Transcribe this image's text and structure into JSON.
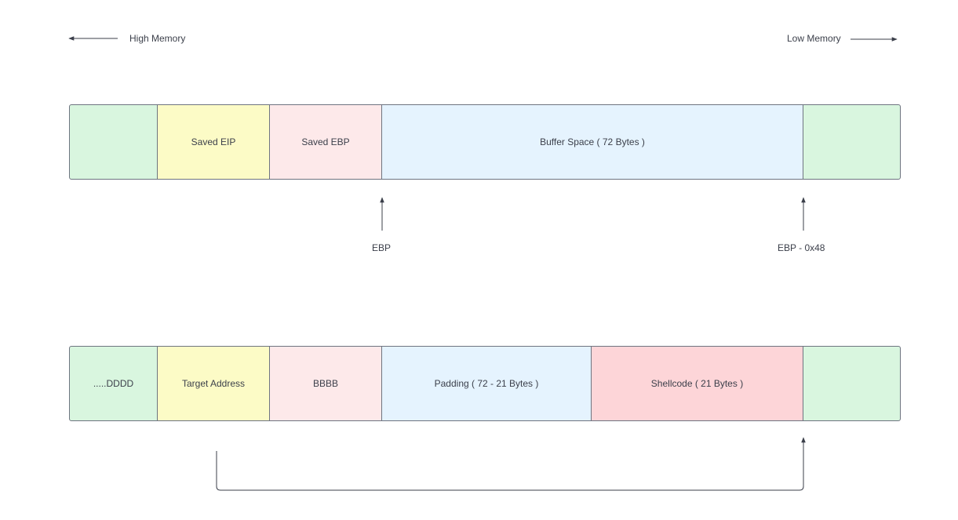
{
  "header": {
    "high_memory": "High Memory",
    "low_memory": "Low Memory"
  },
  "stack_before": {
    "cells": [
      {
        "label": "",
        "color": "#d9f6df"
      },
      {
        "label": "Saved EIP",
        "color": "#fcfbc6"
      },
      {
        "label": "Saved EBP",
        "color": "#fde9ea"
      },
      {
        "label": "Buffer Space ( 72 Bytes )",
        "color": "#e5f3fe"
      },
      {
        "label": "",
        "color": "#d9f6df"
      }
    ]
  },
  "pointers": {
    "ebp": "EBP",
    "ebp_offset": "EBP - 0x48"
  },
  "stack_after": {
    "cells": [
      {
        "label": ".....DDDD",
        "color": "#d9f6df"
      },
      {
        "label": "Target Address",
        "color": "#fcfbc6"
      },
      {
        "label": "BBBB",
        "color": "#fde9ea"
      },
      {
        "label": "Padding ( 72 - 21 Bytes )",
        "color": "#e5f3fe"
      },
      {
        "label": "Shellcode ( 21 Bytes )",
        "color": "#fdd5d8"
      },
      {
        "label": "",
        "color": "#d9f6df"
      }
    ]
  },
  "colors": {
    "line": "#3b3f4a",
    "border": "#6e7480"
  }
}
